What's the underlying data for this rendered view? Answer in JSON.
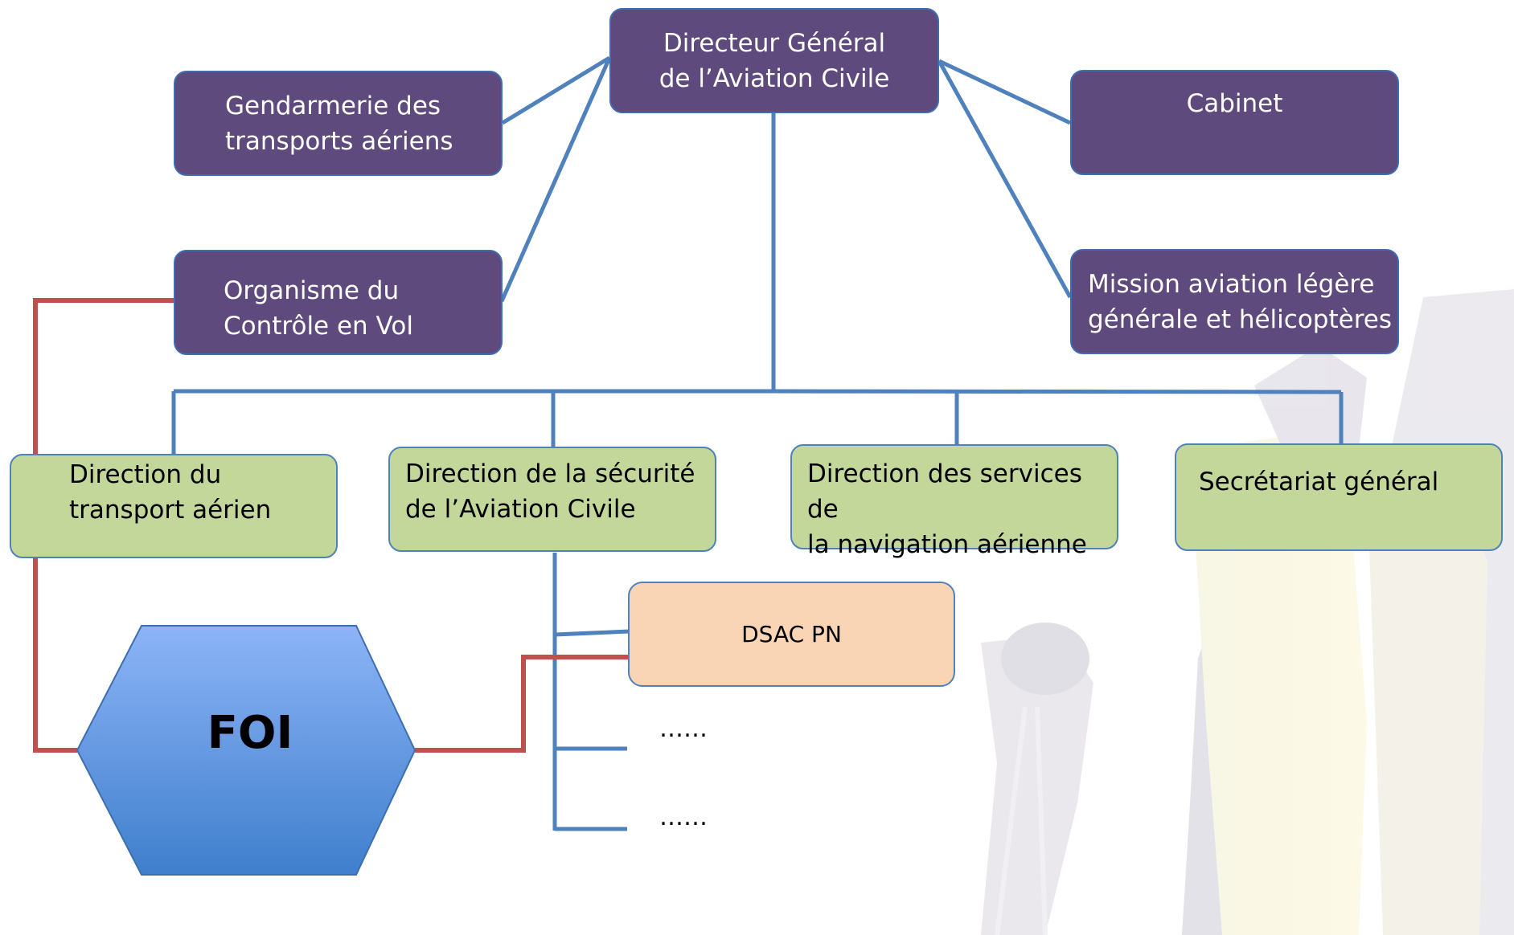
{
  "org_chart": {
    "director_general": "Directeur Général\nde l’Aviation Civile",
    "gendarmerie": "Gendarmerie des\ntransports aériens",
    "organisme_controle": "Organisme du\nContrôle en Vol",
    "cabinet": "Cabinet",
    "mission_aviation": "Mission aviation légère\ngénérale et hélicoptères",
    "direction_transport": "Direction du\ntransport aérien",
    "direction_securite": "Direction de la sécurité\nde l’Aviation Civile",
    "direction_navigation": "Direction des services de\nla navigation aérienne",
    "secretariat": "Secrétariat général",
    "dsac_pn": "DSAC PN",
    "sub_item_1": "……",
    "sub_item_2": "……",
    "foi": "FOI"
  },
  "colors": {
    "purple_box": "#5e4a7d",
    "green_box": "#c4d79b",
    "peach_box": "#fad5b5",
    "blue_line": "#4f81bd",
    "red_line": "#c0504d",
    "hexagon_top": "#8db4f7",
    "hexagon_bottom": "#3f7fcc"
  }
}
